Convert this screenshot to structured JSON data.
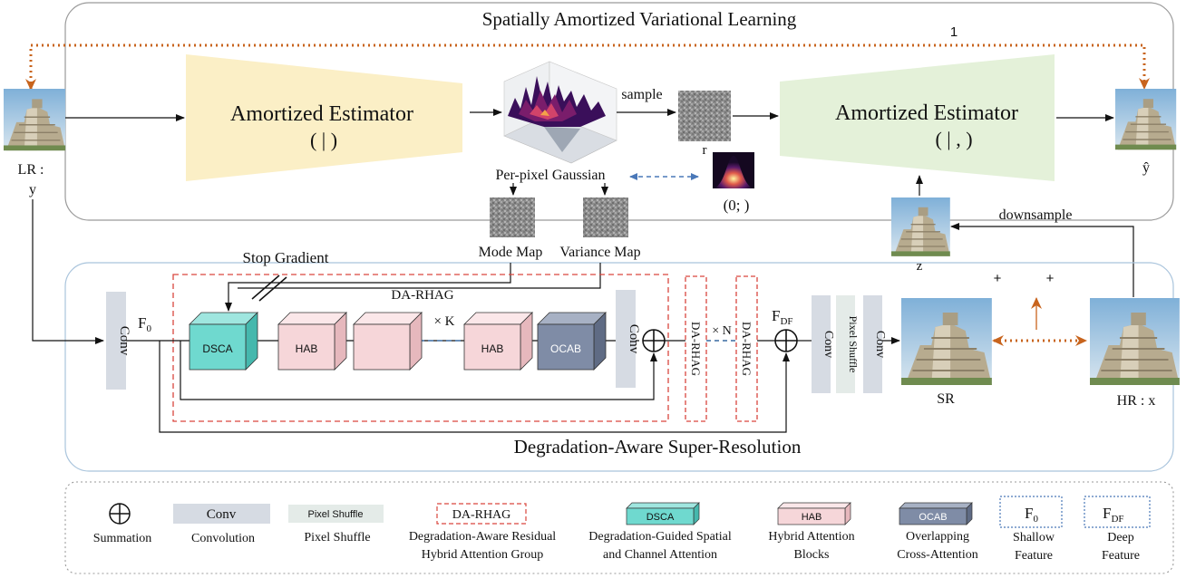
{
  "top_panel": {
    "title": "Spatially Amortized Variational Learning",
    "loop_label": "1",
    "lr_label": "LR :",
    "lr_symbol": "y",
    "encoder_title": "Amortized Estimator",
    "encoder_formula": "( | )",
    "decoder_title": "Amortized Estimator",
    "decoder_formula": "( | , )",
    "sample_label": "sample",
    "r_label": "r",
    "gaussian_label": "Per-pixel Gaussian",
    "prior_label": "(0; )",
    "mode_map_label": "Mode Map",
    "variance_map_label": "Variance Map",
    "yhat_label": "ŷ",
    "downsample_label": "downsample",
    "z_label": "z"
  },
  "bottom_panel": {
    "title": "Degradation-Aware Super-Resolution",
    "stop_gradient_label": "Stop Gradient",
    "group_label": "DA-RHAG",
    "conv_label": "Conv",
    "f0_label": "F",
    "f0_sub": "0",
    "fdf_label": "F",
    "fdf_sub": "DF",
    "dsca_label": "DSCA",
    "hab_label": "HAB",
    "ocab_label": "OCAB",
    "times_k": "× K",
    "times_n": "× N",
    "darhag_block": "DA-RHAG",
    "pixel_shuffle": "Pixel Shuffle",
    "sr_label": "SR",
    "hr_label": "HR :  x",
    "plus_left": "+",
    "plus_right": "+"
  },
  "legend": {
    "summation": "Summation",
    "conv_box": "Conv",
    "conv": "Convolution",
    "pixel_shuffle_box": "Pixel Shuffle",
    "pixel_shuffle": "Pixel Shuffle",
    "darhag_box": "DA-RHAG",
    "darhag_line1": "Degradation-Aware Residual",
    "darhag_line2": "Hybrid Attention Group",
    "dsca_box": "DSCA",
    "dsca_line1": "Degradation-Guided Spatial",
    "dsca_line2": "and Channel Attention",
    "hab_box": "HAB",
    "hab_line1": "Hybrid Attention",
    "hab_line2": "Blocks",
    "ocab_box": "OCAB",
    "ocab_line1": "Overlapping",
    "ocab_line2": "Cross-Attention",
    "f0_box": "F",
    "f0_sub": "0",
    "f0_line1": "Shallow",
    "f0_line2": "Feature",
    "fdf_box": "F",
    "fdf_sub": "DF",
    "fdf_line1": "Deep",
    "fdf_line2": "Feature"
  },
  "colors": {
    "encoder": "#fbefc6",
    "decoder": "#e4f1d9",
    "conv": "#d6dbe3",
    "pixel_shuffle": "#e4ebe8",
    "dsca": "#6fd9cf",
    "hab": "#f6d6d9",
    "ocab": "#7f8ca6",
    "dashed_red": "#d9463e",
    "orange": "#c8641d",
    "blue_dashed": "#4a78b8"
  }
}
